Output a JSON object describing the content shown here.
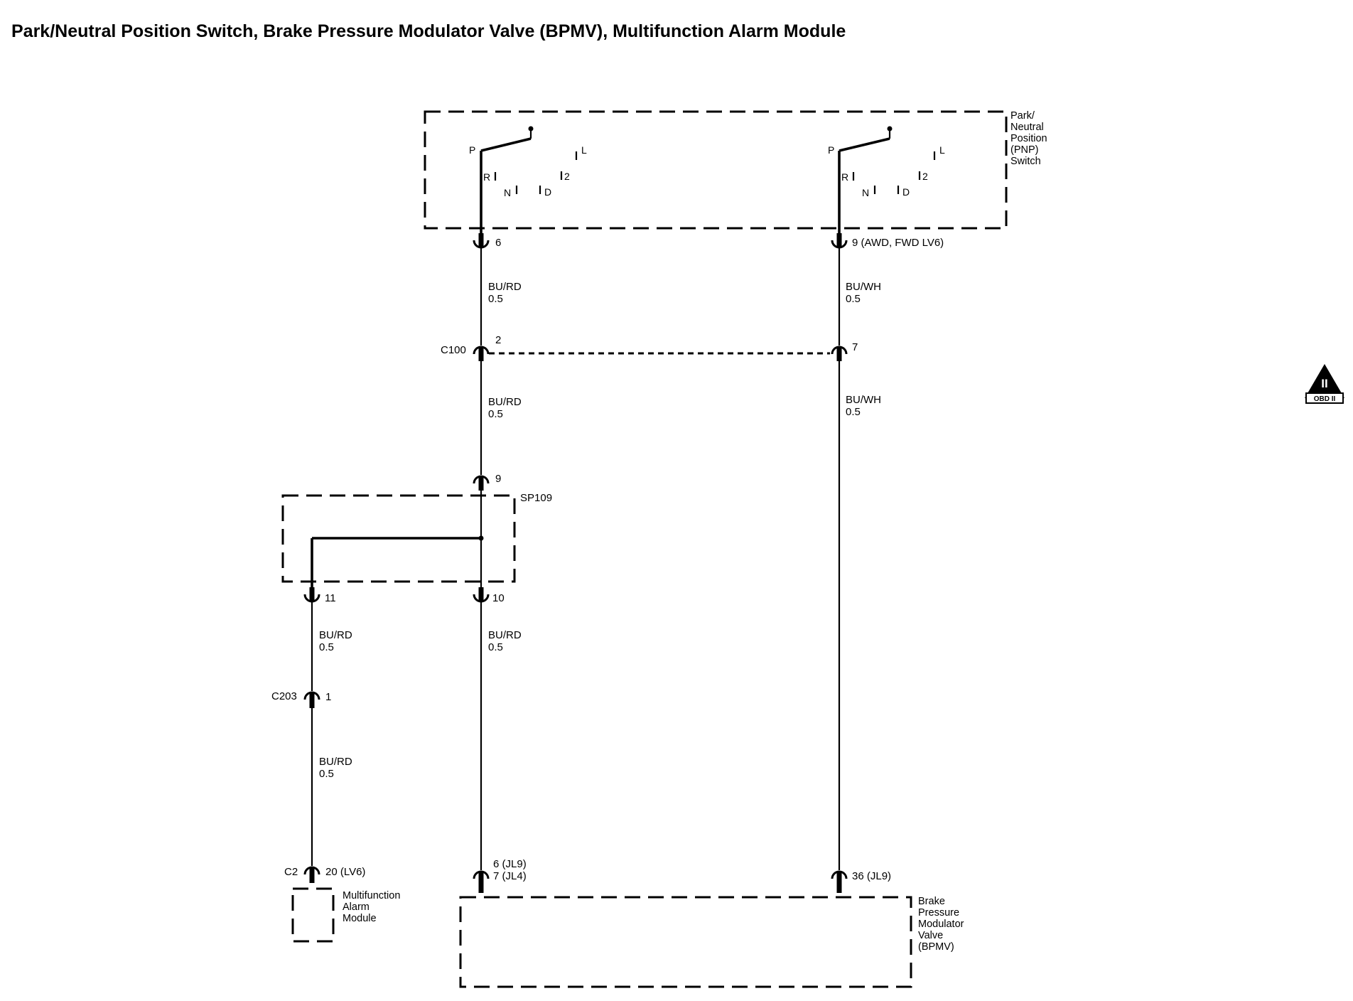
{
  "title": "Park/Neutral Position Switch, Brake Pressure Modulator Valve (BPMV), Multifunction Alarm Module",
  "components": {
    "pnp_switch": [
      "Park/",
      "Neutral",
      "Position",
      "(PNP)",
      "Switch"
    ],
    "bpmv": [
      "Brake",
      "Pressure",
      "Modulator",
      "Valve",
      "(BPMV)"
    ],
    "alarm_module": [
      "Multifunction",
      "Alarm",
      "Module"
    ],
    "splice": "SP109"
  },
  "switch_positions": {
    "p": "P",
    "r": "R",
    "n": "N",
    "d": "D",
    "two": "2",
    "l": "L"
  },
  "connectors": {
    "c100": "C100",
    "c203": "C203",
    "c2": "C2"
  },
  "pins": {
    "pnp_left": "6",
    "pnp_right": "9 (AWD, FWD LV6)",
    "c100_left": "2",
    "c100_right": "7",
    "sp109_in": "9",
    "sp109_out_left": "11",
    "sp109_out_right": "10",
    "c203": "1",
    "c2": "20 (LV6)",
    "bpmv_left_1": "6 (JL9)",
    "bpmv_left_2": "7 (JL4)",
    "bpmv_right": "36 (JL9)"
  },
  "wires": {
    "w1": {
      "color": "BU/RD",
      "size": "0.5"
    },
    "w2": {
      "color": "BU/WH",
      "size": "0.5"
    },
    "w3": {
      "color": "BU/RD",
      "size": "0.5"
    },
    "w4": {
      "color": "BU/WH",
      "size": "0.5"
    },
    "w5": {
      "color": "BU/RD",
      "size": "0.5"
    },
    "w6": {
      "color": "BU/RD",
      "size": "0.5"
    },
    "w7": {
      "color": "BU/RD",
      "size": "0.5"
    }
  },
  "badge": {
    "symbol": "II",
    "text": "OBD II"
  }
}
